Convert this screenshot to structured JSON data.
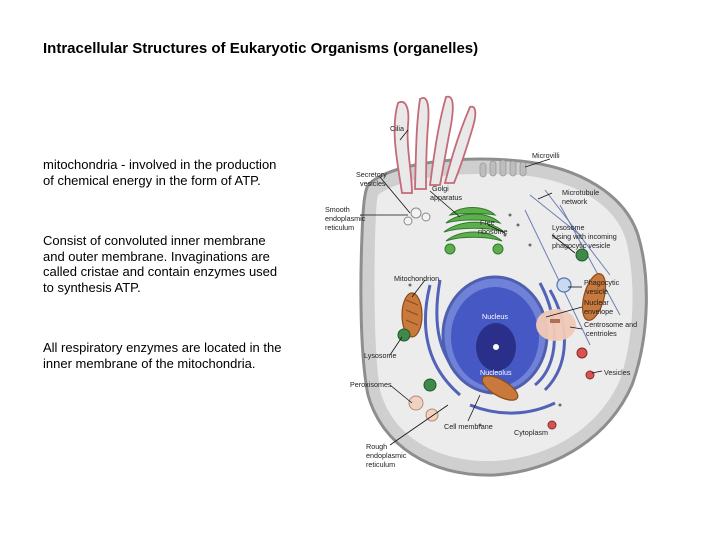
{
  "slide": {
    "title": "Intracellular Structures of Eukaryotic Organisms (organelles)",
    "paragraphs": [
      "mitochondria - involved in the production of chemical energy in the form of ATP.",
      "Consist of convoluted inner membrane and outer membrane. Invaginations are called cristae and contain enzymes used to synthesis ATP.",
      "All respiratory enzymes are located in the inner membrane of the mitochondria."
    ]
  },
  "diagram": {
    "labels": {
      "cilia": "Cilia",
      "microvilli": "Microvilli",
      "secretory_vesicles_1": "Secretory",
      "secretory_vesicles_2": "vesicles",
      "golgi_1": "Golgi",
      "golgi_2": "apparatus",
      "microtubule_1": "Microtubule",
      "microtubule_2": "network",
      "smooth_er_1": "Smooth",
      "smooth_er_2": "endoplasmic",
      "smooth_er_3": "reticulum",
      "free_ribosome_1": "Free",
      "free_ribosome_2": "ribosome",
      "lysosome_fusing_1": "Lysosome",
      "lysosome_fusing_2": "fusing with incoming",
      "lysosome_fusing_3": "phagocytic vesicle",
      "mitochondrion": "Mitochondrion",
      "nucleus": "Nucleus",
      "nucleolus": "Nucleolus",
      "phagocytic_1": "Phagocytic",
      "phagocytic_2": "vesicle",
      "nuclear_env_1": "Nuclear",
      "nuclear_env_2": "envelope",
      "centrosome_1": "Centrosome and",
      "centrosome_2": "centrioles",
      "lysosome": "Lysosome",
      "vesicles": "Vesicles",
      "peroxisomes": "Peroxisomes",
      "cell_membrane": "Cell membrane",
      "cytoplasm": "Cytoplasm",
      "rough_er_1": "Rough",
      "rough_er_2": "endoplasmic",
      "rough_er_3": "reticulum"
    }
  }
}
